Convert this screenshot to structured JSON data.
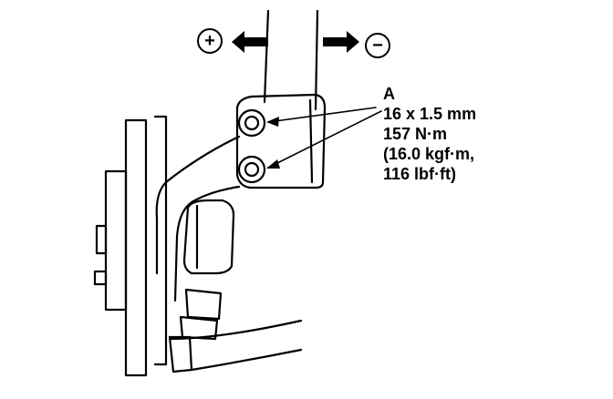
{
  "diagram": {
    "direction_plus": "+",
    "direction_minus": "−",
    "callout": {
      "letter": "A",
      "bolt_size": "16 x 1.5 mm",
      "torque_nm": "157 N·m",
      "torque_kgfm": "(16.0 kgf·m,",
      "torque_lbfft": "116 lbf·ft)"
    },
    "colors": {
      "line": "#000000",
      "background": "#ffffff"
    }
  }
}
